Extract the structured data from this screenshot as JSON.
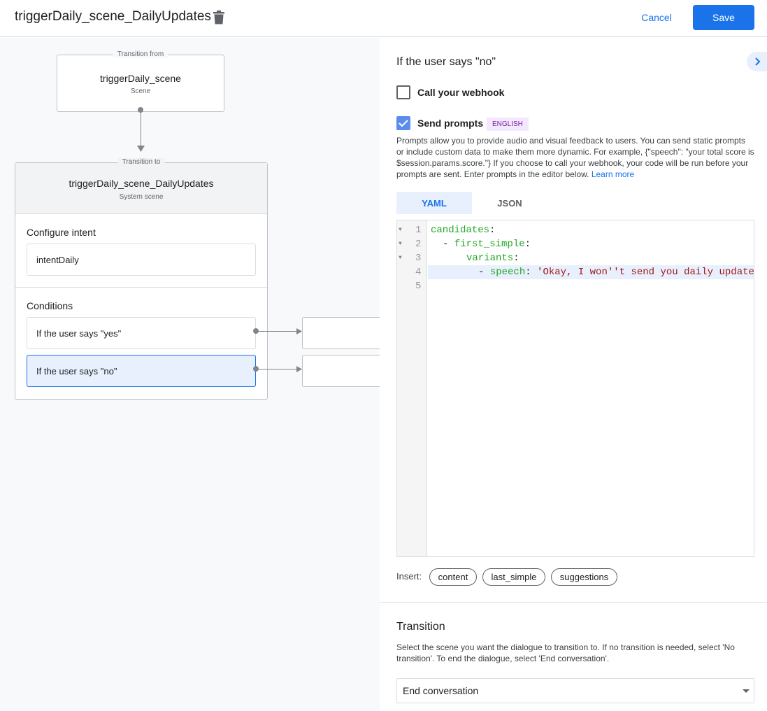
{
  "header": {
    "title": "triggerDaily_scene_DailyUpdates",
    "cancel": "Cancel",
    "save": "Save"
  },
  "diagram": {
    "from": {
      "caption": "Transition from",
      "name": "triggerDaily_scene",
      "type": "Scene"
    },
    "to": {
      "caption": "Transition to",
      "name": "triggerDaily_scene_DailyUpdates",
      "type": "System scene"
    },
    "intent_label": "Configure intent",
    "intent_value": "intentDaily",
    "conditions_label": "Conditions",
    "conditions": [
      "If the user says \"yes\"",
      "If the user says \"no\""
    ]
  },
  "panel": {
    "title": "If the user says \"no\"",
    "webhook": {
      "label": "Call your webhook",
      "checked": false
    },
    "prompts": {
      "label": "Send prompts",
      "checked": true,
      "badge": "ENGLISH"
    },
    "description": "Prompts allow you to provide audio and visual feedback to users. You can send static prompts or include custom data to make them more dynamic. For example, {\"speech\": \"your total score is $session.params.score.\"} If you choose to call your webhook, your code will be run before your prompts are sent. Enter prompts in the editor below.",
    "learn_more": "Learn more",
    "tabs": [
      "YAML",
      "JSON"
    ],
    "active_tab": "YAML",
    "code": {
      "line_numbers": [
        "1",
        "2",
        "3",
        "4",
        "5"
      ],
      "lines": [
        {
          "key": "candidates",
          "punct": ":"
        },
        {
          "dash": "- ",
          "key": "first_simple",
          "punct": ":"
        },
        {
          "key": "variants",
          "punct": ":"
        },
        {
          "dash": "- ",
          "key": "speech",
          "punct": ": ",
          "value": "'Okay, I won''t send you daily update"
        }
      ]
    },
    "insert_label": "Insert:",
    "insert_chips": [
      "content",
      "last_simple",
      "suggestions"
    ],
    "transition": {
      "heading": "Transition",
      "description": "Select the scene you want the dialogue to transition to. If no transition is needed, select 'No transition'. To end the dialogue, select 'End conversation'.",
      "selected": "End conversation"
    }
  },
  "colors": {
    "accent": "#1a73e8",
    "yaml_key": "#22a722",
    "yaml_string": "#a31515",
    "badge_bg": "#f3e8fd",
    "badge_text": "#7b1fa2"
  }
}
